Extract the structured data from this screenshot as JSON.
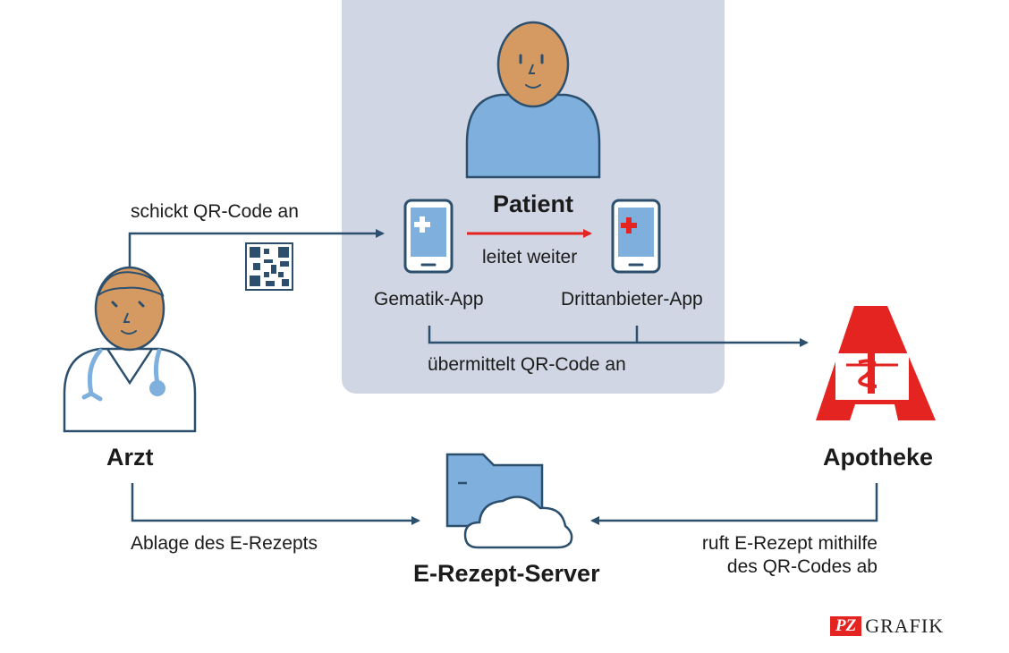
{
  "nodes": {
    "patient": "Patient",
    "arzt": "Arzt",
    "apotheke": "Apotheke",
    "server": "E-Rezept-Server",
    "gematik_app": "Gematik-App",
    "drittanbieter_app": "Drittanbieter-App"
  },
  "edges": {
    "schickt": "schickt QR-Code an",
    "leitet": "leitet weiter",
    "uebermittelt": "übermittelt QR-Code an",
    "ablage": "Ablage des E-Rezepts",
    "ruft_line1": "ruft E-Rezept mithilfe",
    "ruft_line2": "des QR-Codes ab"
  },
  "credit": {
    "brand": "PZ",
    "label": "GRAFIK"
  },
  "colors": {
    "panel": "#d0d6e3",
    "arrow": "#2c4f6e",
    "accent_red": "#e32420",
    "skin": "#d49a62",
    "shirt": "#7fb0dd",
    "phone": "#7fb0dd"
  },
  "icons": [
    "patient-figure",
    "doctor-figure",
    "phone-icon",
    "qr-code-icon",
    "pharmacy-a-logo",
    "folder-cloud-icon"
  ]
}
